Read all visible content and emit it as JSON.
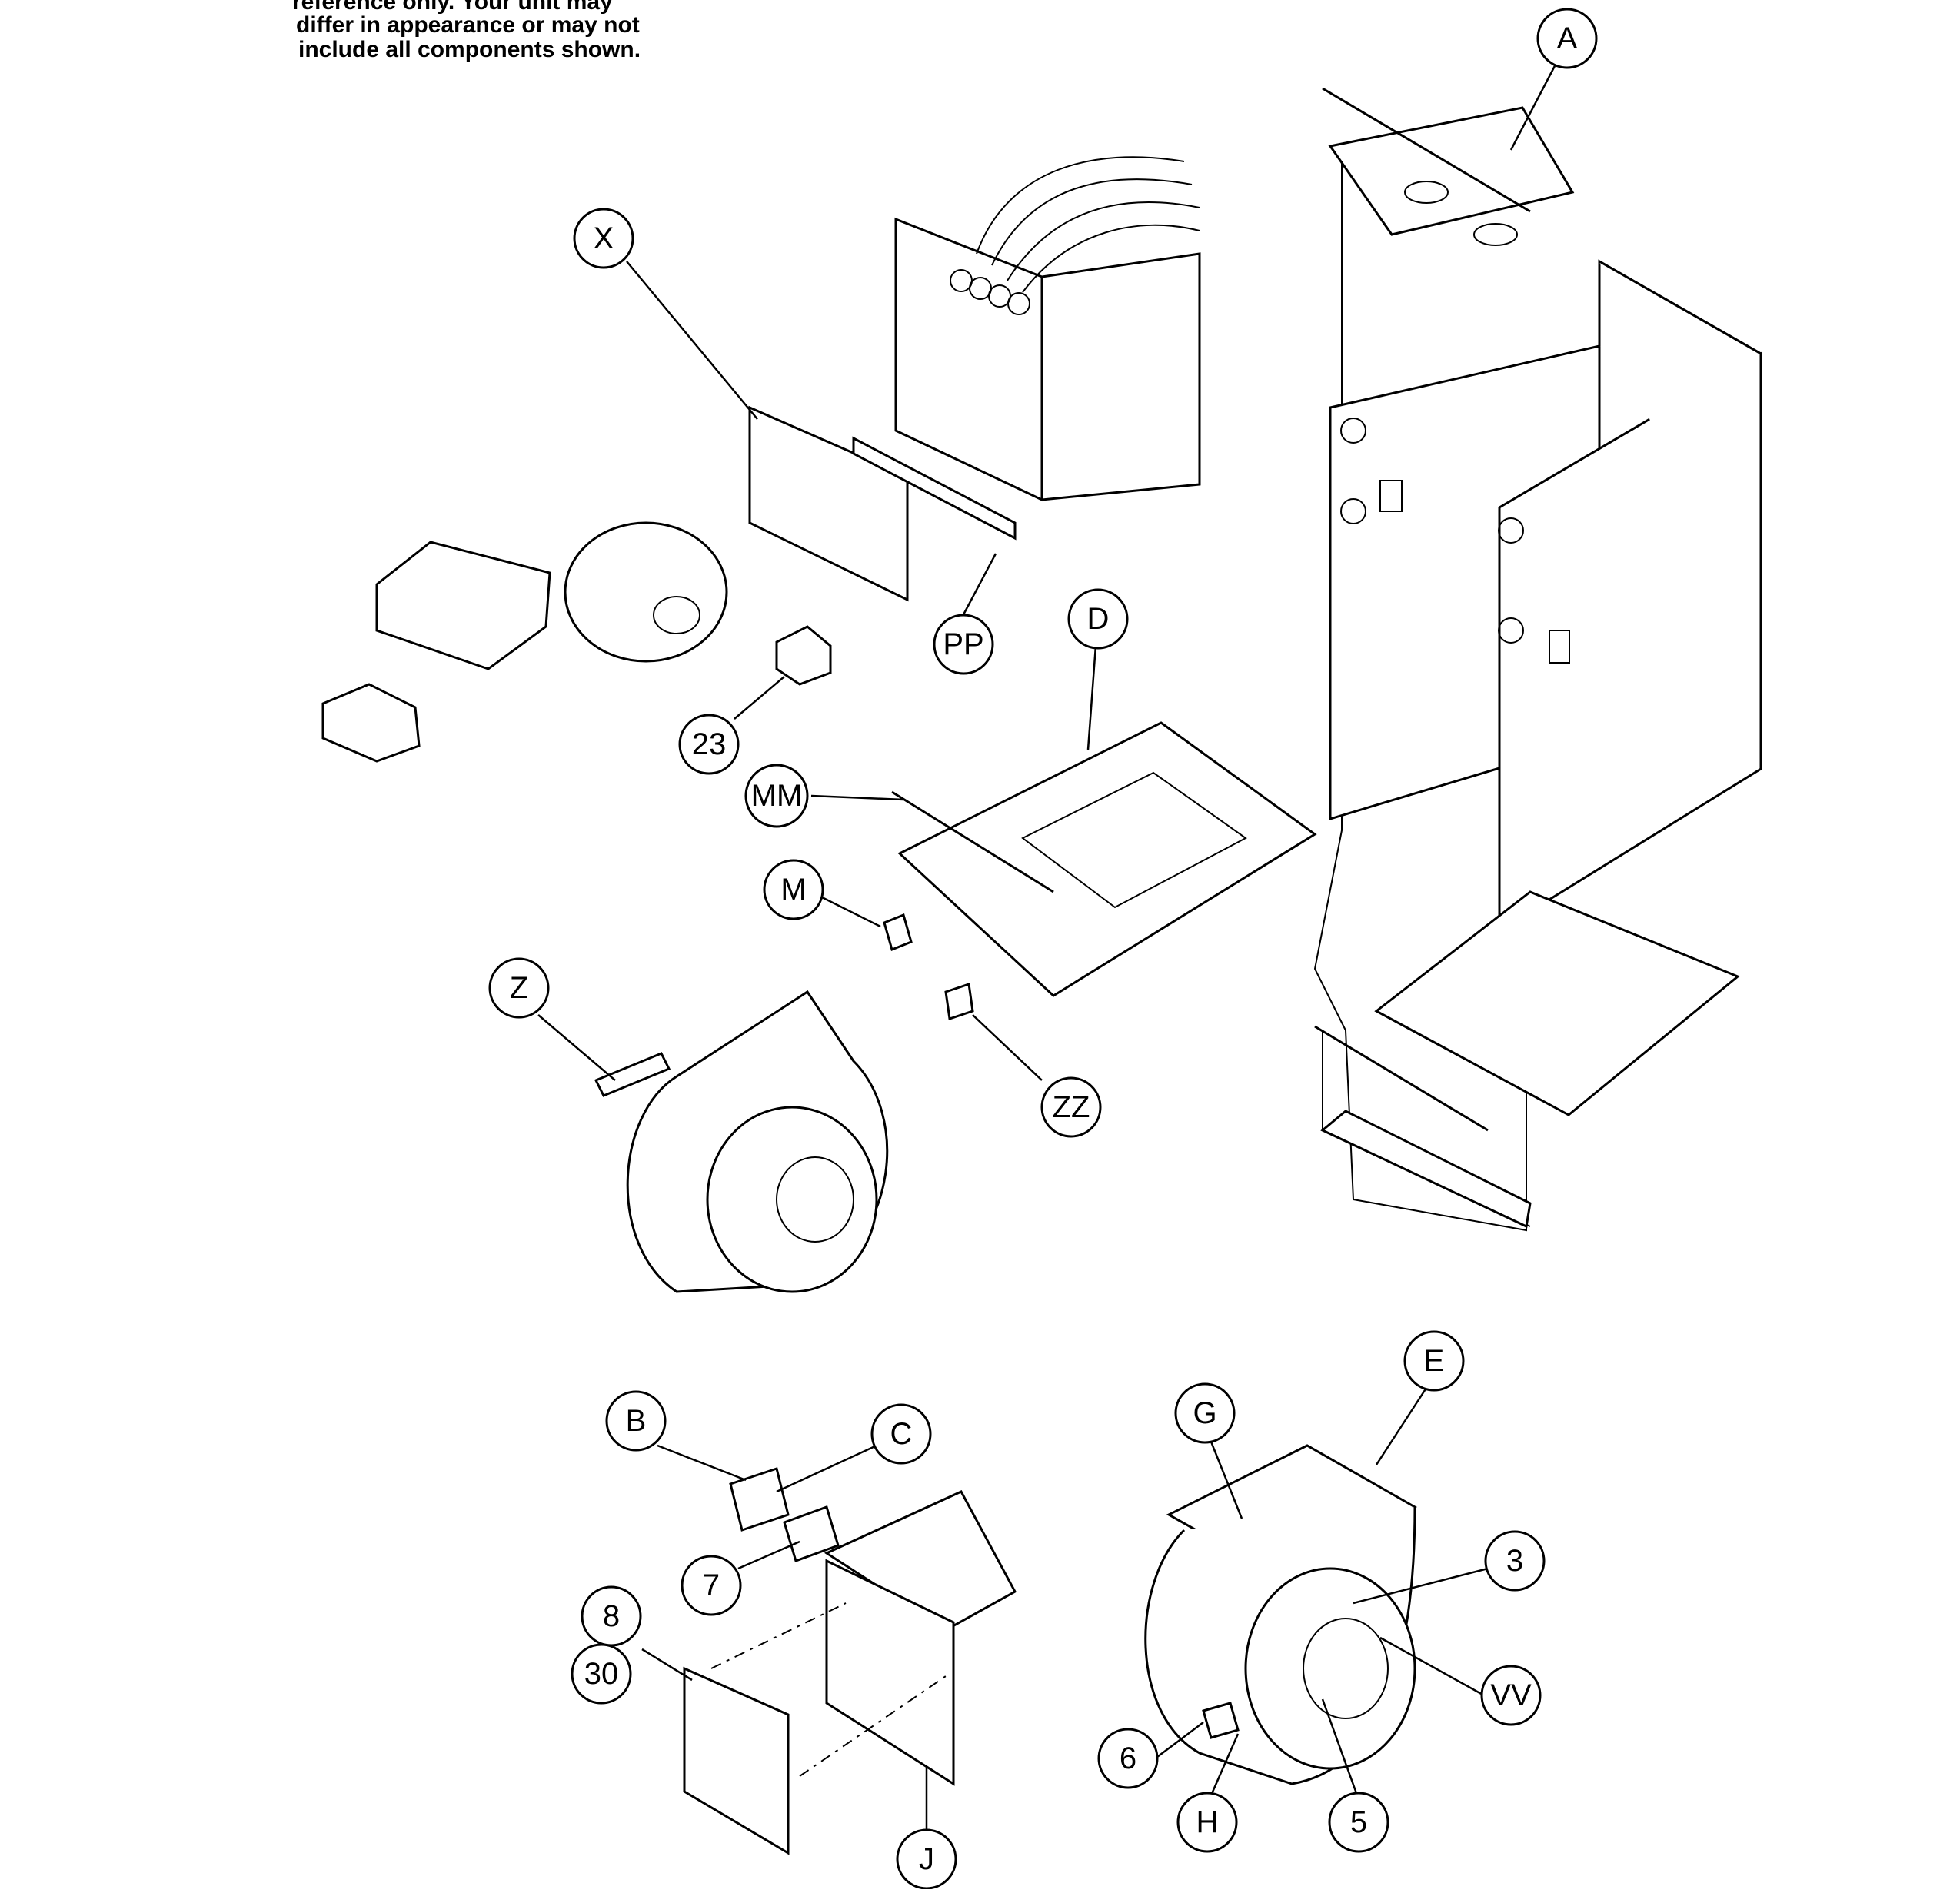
{
  "note": {
    "lines": [
      "reference only. Your unit may",
      "differ in appearance or may not",
      "include all components shown."
    ]
  },
  "callouts": [
    {
      "id": "A",
      "label": "A"
    },
    {
      "id": "X",
      "label": "X"
    },
    {
      "id": "PP",
      "label": "PP"
    },
    {
      "id": "D",
      "label": "D"
    },
    {
      "id": "23",
      "label": "23"
    },
    {
      "id": "MM",
      "label": "MM"
    },
    {
      "id": "M",
      "label": "M"
    },
    {
      "id": "Z",
      "label": "Z"
    },
    {
      "id": "ZZ",
      "label": "ZZ"
    },
    {
      "id": "B",
      "label": "B"
    },
    {
      "id": "C",
      "label": "C"
    },
    {
      "id": "7",
      "label": "7"
    },
    {
      "id": "8",
      "label": "8"
    },
    {
      "id": "30",
      "label": "30"
    },
    {
      "id": "J",
      "label": "J"
    },
    {
      "id": "E",
      "label": "E"
    },
    {
      "id": "G",
      "label": "G"
    },
    {
      "id": "3",
      "label": "3"
    },
    {
      "id": "VV",
      "label": "VV"
    },
    {
      "id": "6",
      "label": "6"
    },
    {
      "id": "H",
      "label": "H"
    },
    {
      "id": "5",
      "label": "5"
    }
  ]
}
